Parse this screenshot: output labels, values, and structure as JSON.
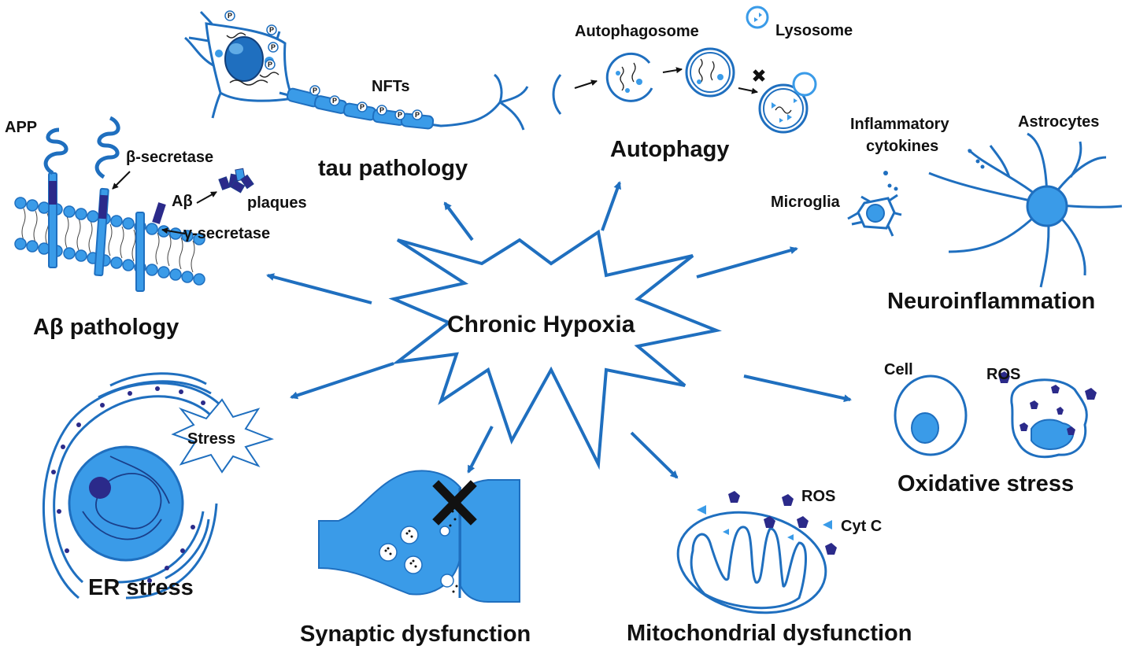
{
  "center": {
    "label": "Chronic Hypoxia"
  },
  "sections": {
    "tau": {
      "title": "tau pathology",
      "nfts": "NFTs",
      "p_mark": "P"
    },
    "autophagy": {
      "title": "Autophagy",
      "autophagosome": "Autophagosome",
      "lysosome": "Lysosome"
    },
    "neuroinflammation": {
      "title": "Neuroinflammation",
      "cytokines_line1": "Inflammatory",
      "cytokines_line2": "cytokines",
      "astrocytes": "Astrocytes",
      "microglia": "Microglia"
    },
    "abeta": {
      "title": "Aβ pathology",
      "app": "APP",
      "beta_secretase": "β-secretase",
      "abeta": "Aβ",
      "plaques": "plaques",
      "gamma_secretase": "γ-secretase"
    },
    "oxidative": {
      "title": "Oxidative stress",
      "cell": "Cell",
      "ros": "ROS"
    },
    "er": {
      "title": "ER stress",
      "stress": "Stress"
    },
    "synaptic": {
      "title": "Synaptic dysfunction"
    },
    "mito": {
      "title": "Mitochondrial dysfunction",
      "ros": "ROS",
      "cytc": "Cyt C"
    }
  },
  "colors": {
    "primary_blue": "#1f6fbf",
    "light_blue": "#3a9be8",
    "pale_blue": "#7cc4f5",
    "dark_navy": "#2b2a8a",
    "text": "#111111"
  }
}
